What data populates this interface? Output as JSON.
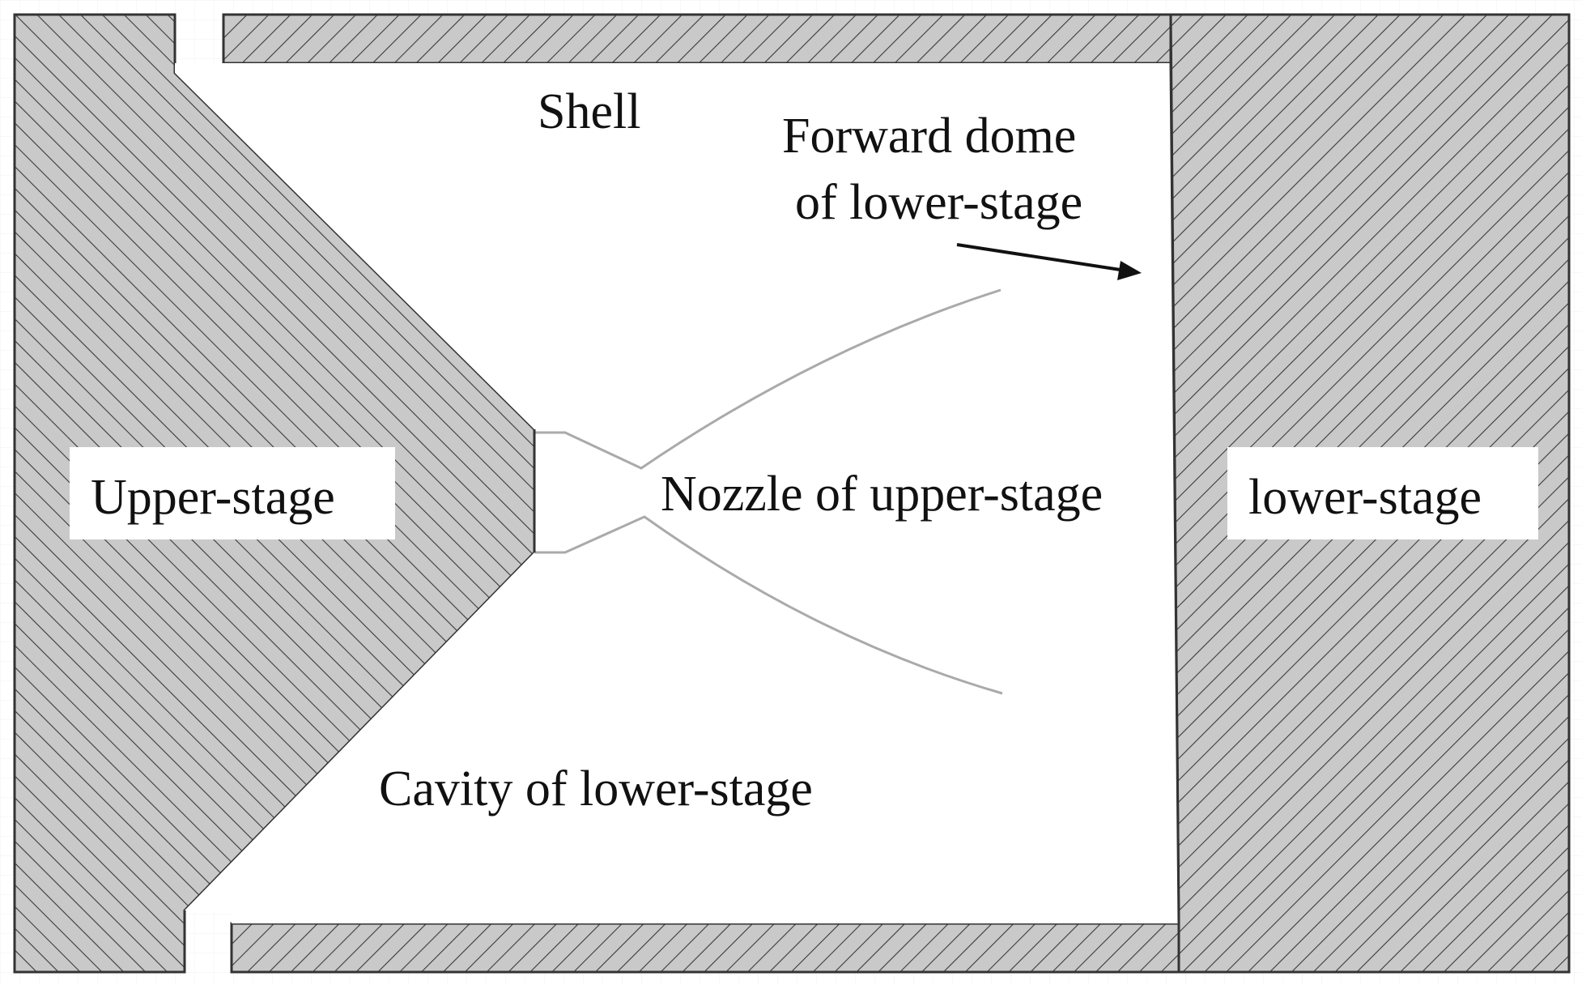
{
  "labels": {
    "shell": "Shell",
    "forward_dome_line1": "Forward dome",
    "forward_dome_line2": "of lower-stage",
    "upper_stage": "Upper-stage",
    "lower_stage": "lower-stage",
    "nozzle": "Nozzle of upper-stage",
    "cavity": "Cavity of lower-stage"
  },
  "colors": {
    "solid_fill": "#c9c9c9",
    "hatch": "#3a3a3a",
    "outline": "#333333",
    "nozzle_line": "#aaaaaa",
    "cavity": "#ffffff",
    "label_box": "#ffffff",
    "text": "#111111"
  }
}
